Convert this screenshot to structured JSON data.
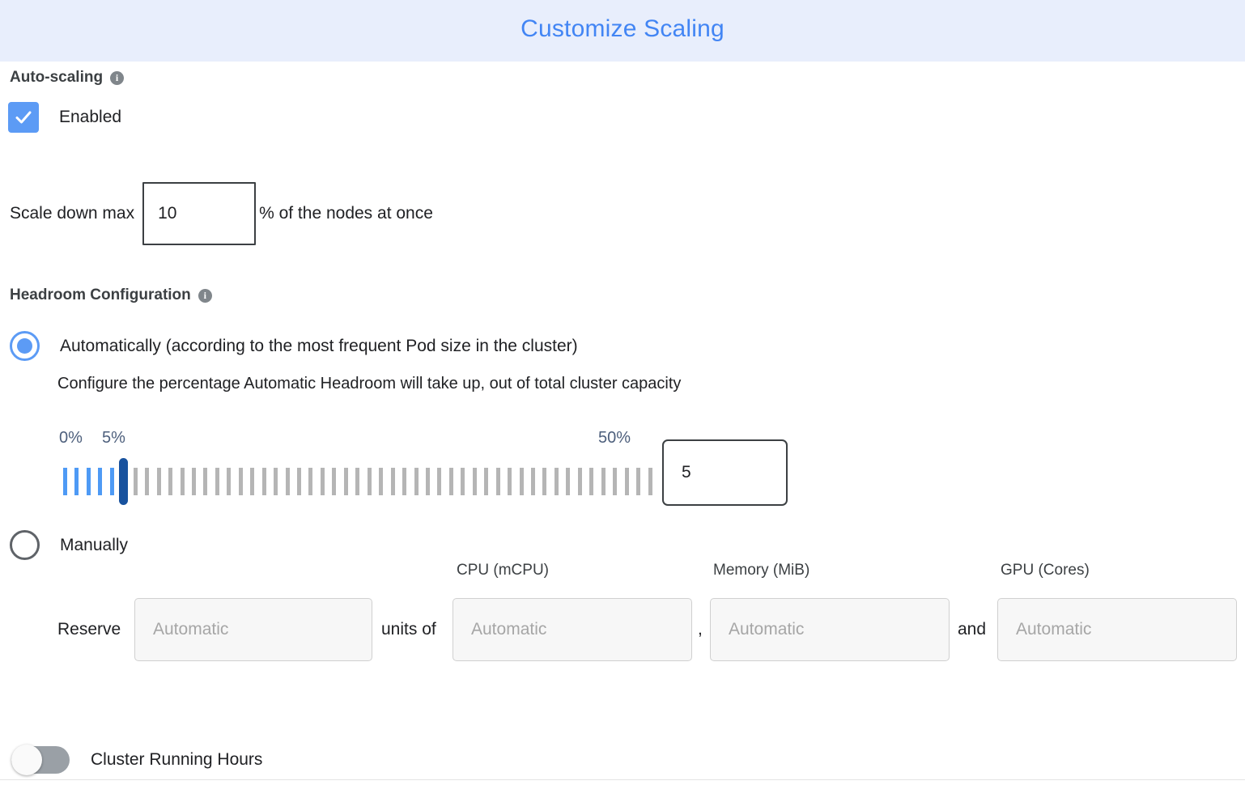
{
  "header": {
    "title": "Customize Scaling",
    "title_color": "#4285f4",
    "background_color": "#e8eefc"
  },
  "auto_scaling": {
    "section_label": "Auto-scaling",
    "info_icon": "info-icon",
    "info_glyph": "i",
    "checkbox_label": "Enabled",
    "checkbox_checked": true,
    "checkbox_color": "#5c9bf5"
  },
  "scale_down": {
    "prefix_label": "Scale down max",
    "value": "10",
    "placeholder": "",
    "suffix_label": "% of the nodes at once"
  },
  "headroom": {
    "section_label": "Headroom Configuration",
    "info_glyph": "i",
    "option_auto": {
      "label": "Automatically (according to the most frequent Pod size in the cluster)",
      "selected": true,
      "description": "Configure the percentage Automatic Headroom will take up, out of total cluster capacity"
    },
    "slider": {
      "min_label": "0%",
      "current_label": "5%",
      "max_label": "50%",
      "min": 0,
      "max": 50,
      "value": 5,
      "tick_count": 51,
      "filled_color": "#4e9af5",
      "empty_color": "#b5b5b5",
      "thumb_color": "#18529e",
      "label_color": "#4d5f7c"
    },
    "slider_input_value": "5",
    "option_manual": {
      "label": "Manually",
      "selected": false
    }
  },
  "reserve": {
    "row_label": "Reserve",
    "connector_units_of": "units of",
    "connector_comma": ",",
    "connector_and": "and",
    "columns": [
      {
        "header": "",
        "placeholder": "Automatic",
        "value": ""
      },
      {
        "header": "CPU (mCPU)",
        "placeholder": "Automatic",
        "value": ""
      },
      {
        "header": "Memory (MiB)",
        "placeholder": "Automatic",
        "value": ""
      },
      {
        "header": "GPU (Cores)",
        "placeholder": "Automatic",
        "value": ""
      }
    ]
  },
  "cluster_running_hours": {
    "label": "Cluster Running Hours",
    "enabled": false,
    "track_color": "#9aa0a6"
  }
}
